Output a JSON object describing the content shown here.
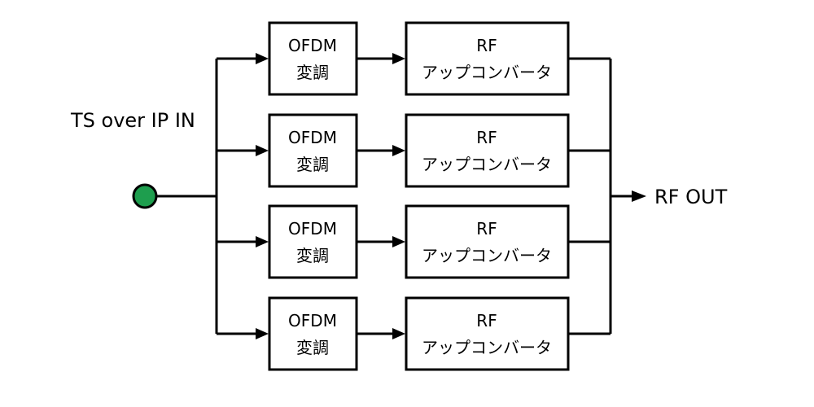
{
  "input_label": "TS over IP IN",
  "output_label": "RF OUT",
  "input_node_color": "#1e9e4e",
  "channels": [
    {
      "modulator": {
        "line1": "OFDM",
        "line2": "変調"
      },
      "converter": {
        "line1": "RF",
        "line2": "アップコンバータ"
      }
    },
    {
      "modulator": {
        "line1": "OFDM",
        "line2": "変調"
      },
      "converter": {
        "line1": "RF",
        "line2": "アップコンバータ"
      }
    },
    {
      "modulator": {
        "line1": "OFDM",
        "line2": "変調"
      },
      "converter": {
        "line1": "RF",
        "line2": "アップコンバータ"
      }
    },
    {
      "modulator": {
        "line1": "OFDM",
        "line2": "変調"
      },
      "converter": {
        "line1": "RF",
        "line2": "アップコンバータ"
      }
    }
  ]
}
